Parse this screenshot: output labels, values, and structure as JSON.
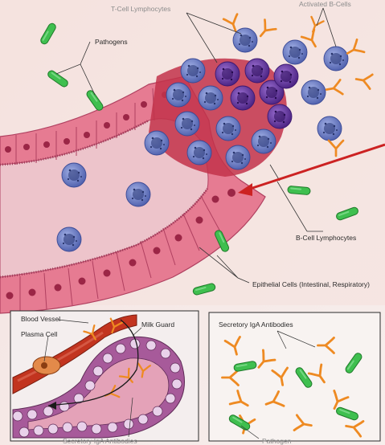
{
  "main_diagram": {
    "labels": {
      "t_cell": "T-Cell Lymphocytes",
      "activated_b": "Activated B-Cells",
      "pathogens": "Pathogens",
      "b_cell": "B-Cell Lymphocytes",
      "epithelial": "Epithelial Cells (Intestinal, Respiratory)"
    }
  },
  "inset_left": {
    "labels": {
      "blood_vessel": "Blood Vessel",
      "plasma_cell": "Plasma Cell",
      "milk_guard": "Milk Guard",
      "iga_bottom": "Secretory IgA Antibodies"
    }
  },
  "inset_right": {
    "labels": {
      "iga_top": "Secretory IgA Antibodies",
      "pathogen": "Pathogen"
    }
  },
  "colors": {
    "background": "#f6e9e7",
    "tissue_pink": "#e87a92",
    "lumen": "#ecc0c8",
    "lymphocyte": "#6e7fc6",
    "dark_lymphocyte": "#6a3aa8",
    "pathogen_green": "#39b54a",
    "antibody_orange": "#ee8a22",
    "pointer_arrow": "#cc2222",
    "vessel_red": "#c2341f"
  },
  "icons": [
    "lymphocyte-icon",
    "bacterium-icon",
    "y-antibody-icon",
    "red-pointer-arrow-icon"
  ]
}
